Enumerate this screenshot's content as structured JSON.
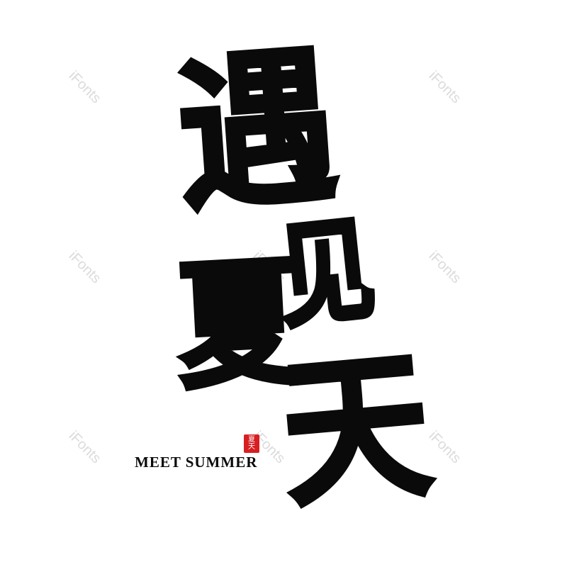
{
  "watermarks": [
    "iFonts",
    "iFonts",
    "iFonts",
    "iFonts",
    "iFonts",
    "iFonts",
    "iFonts",
    "iFonts"
  ],
  "artwork": {
    "characters": [
      "遇",
      "见",
      "夏",
      "天"
    ],
    "seal_characters": [
      "夏",
      "天"
    ],
    "subtitle": "MEET SUMMER",
    "colors": {
      "background": "#ffffff",
      "ink": "#0a0a0a",
      "seal": "#d71f22",
      "watermark": "#d8d8d8"
    }
  }
}
